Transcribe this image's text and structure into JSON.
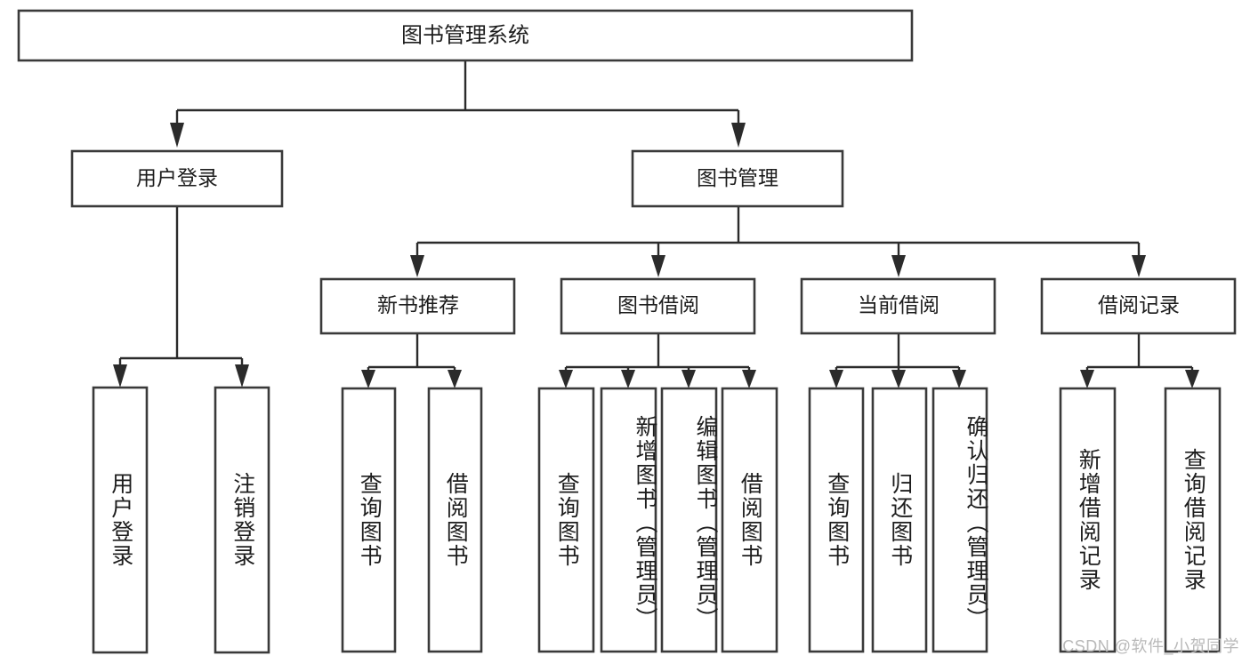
{
  "diagram": {
    "type": "tree-hierarchy",
    "title": "图书管理系统",
    "watermark": "CSDN @软件_小贺同学",
    "colors": {
      "box_stroke": "#3a3a3a",
      "connector": "#2b2b2b",
      "background": "#ffffff",
      "text": "#1d1d1d",
      "watermark": "#b9b9b9"
    },
    "levels": {
      "root": {
        "label": "图书管理系统"
      },
      "level2": [
        {
          "label": "用户登录"
        },
        {
          "label": "图书管理"
        }
      ],
      "level3": [
        {
          "label": "新书推荐"
        },
        {
          "label": "图书借阅"
        },
        {
          "label": "当前借阅"
        },
        {
          "label": "借阅记录"
        }
      ],
      "leaves": [
        {
          "label": "用户登录",
          "parent": "用户登录"
        },
        {
          "label": "注销登录",
          "parent": "用户登录"
        },
        {
          "label": "查询图书",
          "parent": "新书推荐"
        },
        {
          "label": "借阅图书",
          "parent": "新书推荐"
        },
        {
          "label": "查询图书",
          "parent": "图书借阅"
        },
        {
          "label": "新增图书（管理员）",
          "parent": "图书借阅"
        },
        {
          "label": "编辑图书（管理员）",
          "parent": "图书借阅"
        },
        {
          "label": "借阅图书",
          "parent": "图书借阅"
        },
        {
          "label": "查询图书",
          "parent": "当前借阅"
        },
        {
          "label": "归还图书",
          "parent": "当前借阅"
        },
        {
          "label": "确认归还（管理员）",
          "parent": "当前借阅"
        },
        {
          "label": "新增借阅记录",
          "parent": "借阅记录"
        },
        {
          "label": "查询借阅记录",
          "parent": "借阅记录"
        }
      ]
    }
  }
}
